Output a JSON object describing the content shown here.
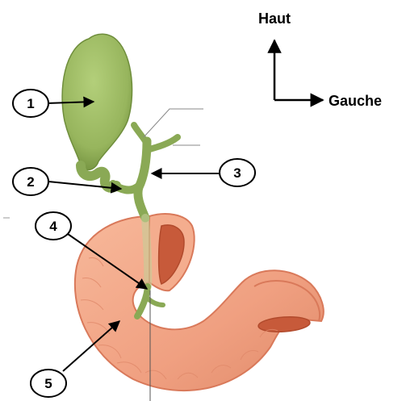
{
  "compass": {
    "up_label": "Haut",
    "right_label": "Gauche"
  },
  "labels": [
    {
      "id": "1",
      "text": "1"
    },
    {
      "id": "2",
      "text": "2"
    },
    {
      "id": "3",
      "text": "3"
    },
    {
      "id": "4",
      "text": "4"
    },
    {
      "id": "5",
      "text": "5"
    }
  ],
  "colors": {
    "gallbladder": "#9bbb62",
    "gallbladder_dark": "#6f8e3c",
    "duodenum": "#f2a585",
    "duodenum_dark": "#d9795a",
    "lumen": "#c75a3a",
    "line": "#000000",
    "leader_gray": "#888888"
  }
}
